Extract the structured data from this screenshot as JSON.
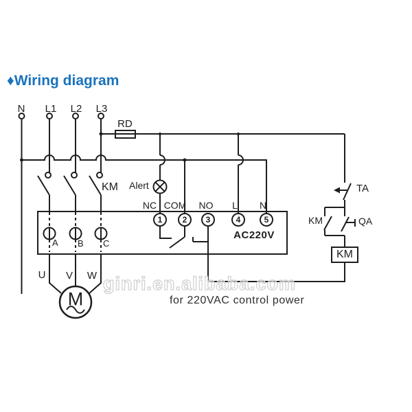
{
  "title": {
    "text": "♦Wiring diagram",
    "color": "#1a73bd"
  },
  "diagram": {
    "supply_lines": [
      "N",
      "L1",
      "L2",
      "L3"
    ],
    "fuse_label": "RD",
    "main_contactor_label": "KM",
    "alert_lamp_label": "Alert",
    "terminal_block": {
      "contact_labels": [
        "NC",
        "COM",
        "NO",
        "L",
        "N"
      ],
      "terminal_numbers": [
        "1",
        "2",
        "3",
        "4",
        "5"
      ],
      "voltage_label": "AC220V",
      "sensor_terminal_labels": [
        "A",
        "B",
        "C"
      ]
    },
    "motor_phase_labels": [
      "U",
      "V",
      "W"
    ],
    "motor_symbol": "M",
    "control_branch": {
      "thermal_contact_label": "TA",
      "aux_contact_label": "KM",
      "manual_switch_label": "QA",
      "coil_label": "KM"
    },
    "caption": "for 220VAC control power",
    "watermark": "ginri.en.alibaba.com"
  },
  "colors": {
    "line": "#1d1d1d",
    "accent": "#1a73bd",
    "watermark": "#cfcfcf"
  }
}
